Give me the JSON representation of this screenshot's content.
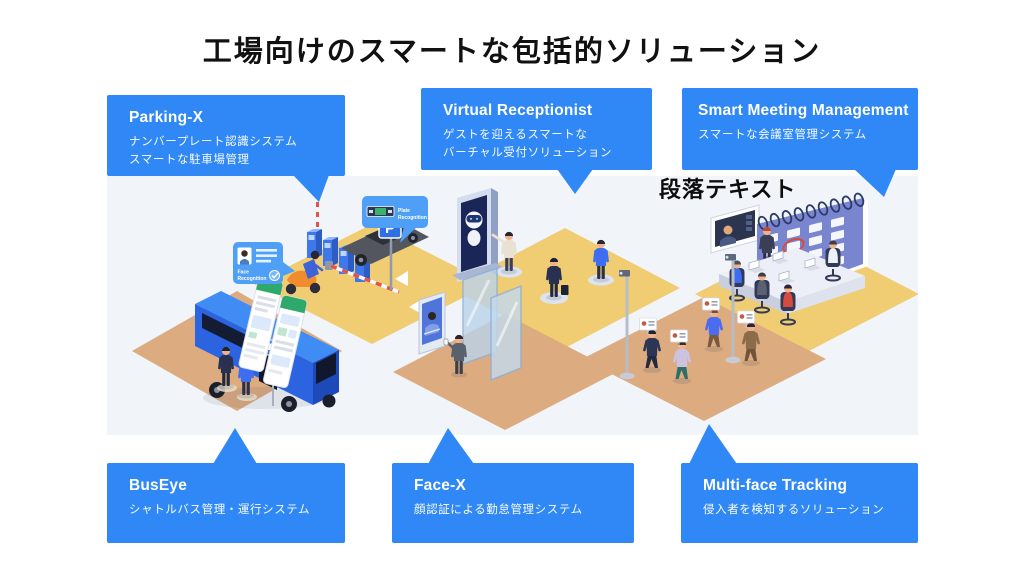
{
  "colors": {
    "accent": "#2f88f6",
    "canvas_bg": "#f1f5fa",
    "page_bg": "#ffffff",
    "title_color": "#111111"
  },
  "title": "工場向けのスマートな包括的ソリューション",
  "overlay_note": "段落テキスト",
  "callouts": [
    {
      "id": "parking-x",
      "title": "Parking-X",
      "line1": "ナンバープレート認識システム",
      "line2": "スマートな駐車場管理"
    },
    {
      "id": "virtual-receptionist",
      "title": "Virtual Receptionist",
      "line1": "ゲストを迎えるスマートな",
      "line2": "バーチャル受付ソリューション"
    },
    {
      "id": "smart-meeting-management",
      "title": "Smart Meeting Management",
      "line1": "スマートな会議室管理システム",
      "line2": ""
    },
    {
      "id": "buseye",
      "title": "BusEye",
      "line1": "シャトルバス管理・運行システム",
      "line2": ""
    },
    {
      "id": "face-x",
      "title": "Face-X",
      "line1": "顔認証による勤怠管理システム",
      "line2": ""
    },
    {
      "id": "multi-face-tracking",
      "title": "Multi-face Tracking",
      "line1": "侵入者を検知するソリューション",
      "line2": ""
    }
  ],
  "illustration": {
    "parking_sign": "P",
    "face_card": {
      "line1": "Face",
      "line2": "Recognition"
    },
    "plate_card": {
      "line1": "Plate",
      "line2": "Recognition"
    }
  }
}
